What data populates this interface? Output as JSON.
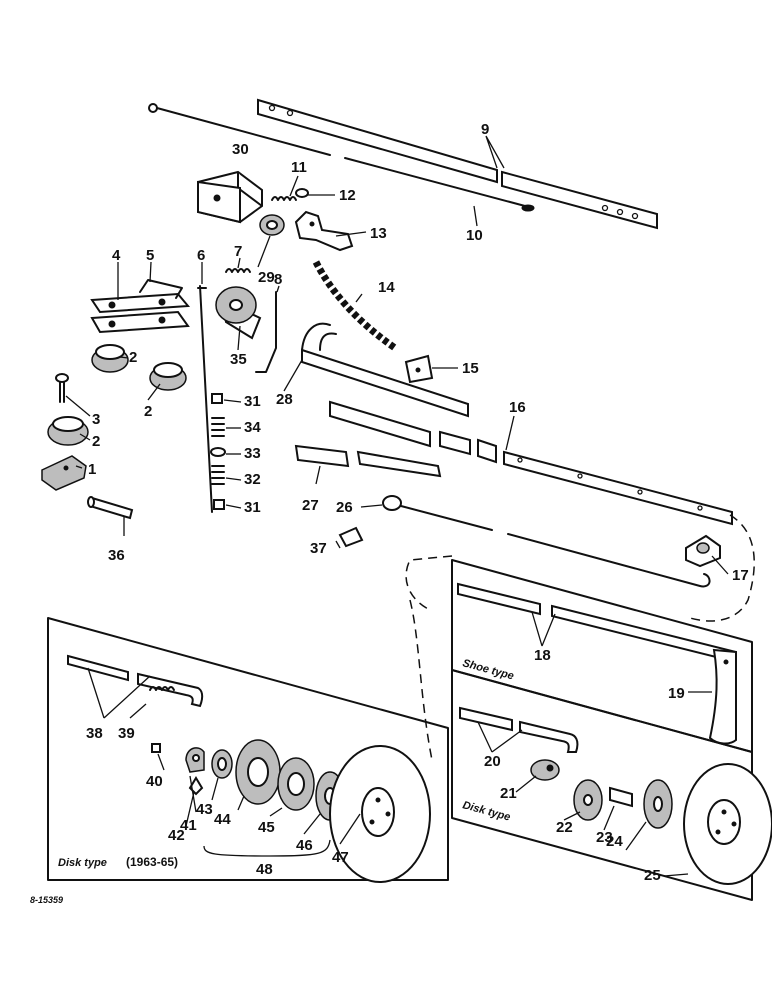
{
  "part_numbers": [
    "1",
    "2",
    "2",
    "2",
    "3",
    "4",
    "5",
    "6",
    "7",
    "8",
    "9",
    "10",
    "11",
    "12",
    "13",
    "14",
    "15",
    "16",
    "17",
    "18",
    "19",
    "20",
    "21",
    "22",
    "23",
    "24",
    "25",
    "26",
    "27",
    "28",
    "29",
    "30",
    "31",
    "31",
    "32",
    "33",
    "34",
    "35",
    "36",
    "37",
    "38",
    "39",
    "40",
    "41",
    "42",
    "43",
    "44",
    "45",
    "46",
    "47",
    "48"
  ],
  "panels": {
    "shoe_caption": "Shoe type",
    "disk_caption_right": "Disk type",
    "disk_caption_left": "Disk type",
    "disk_years": "(1963-65)"
  },
  "figure_code": "8-15359"
}
